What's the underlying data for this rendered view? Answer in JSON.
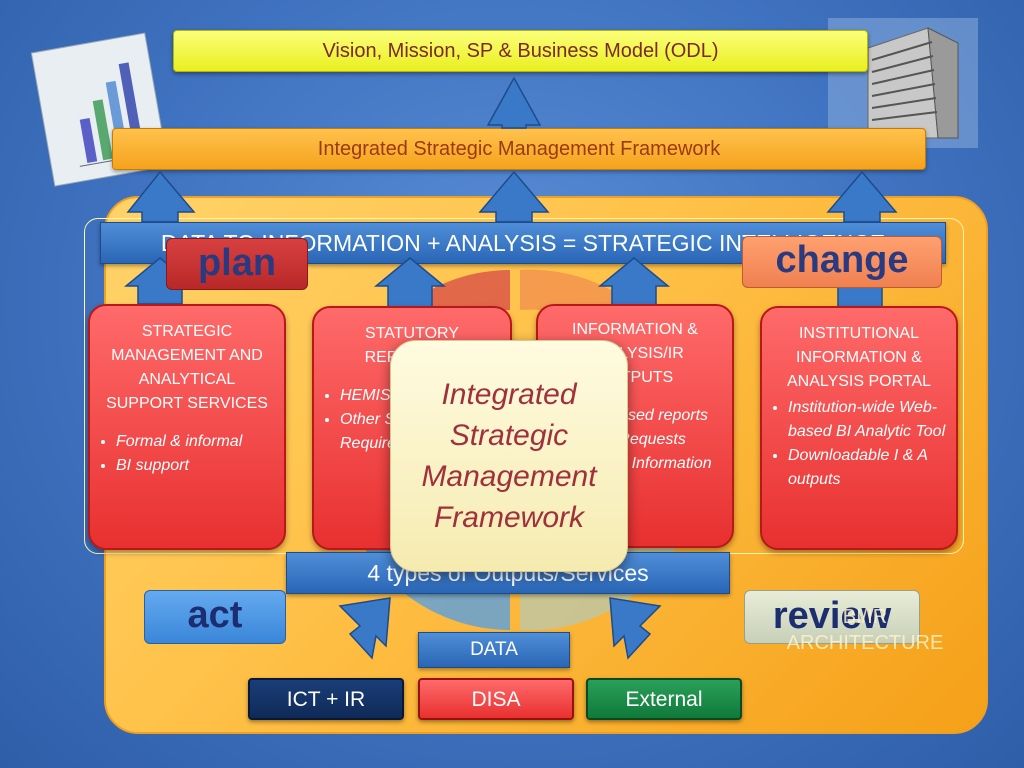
{
  "header": {
    "vision_bar": "Vision, Mission, SP & Business Model (ODL)",
    "ismf_bar": "Integrated Strategic Management Framework"
  },
  "center": {
    "info_bar": "DATA TO INFORMATION + ANALYSIS = STRATEGIC INTELLIGENCE",
    "title": "Integrated Strategic Management Framework"
  },
  "cycle": {
    "plan": "plan",
    "change": "change",
    "act": "act",
    "review": "review"
  },
  "cards": [
    {
      "title": "STRATEGIC MANAGEMENT AND ANALYTICAL SUPPORT SERVICES",
      "bullets": [
        "Formal & informal",
        "BI support"
      ]
    },
    {
      "title": "STATUTORY REPORTING",
      "bullets": [
        "HEMIS",
        "Other Stakeholder Requirements"
      ]
    },
    {
      "title": "INFORMATION & ANALYSIS/IR OUTPUTS",
      "bullets": [
        "Summarised reports",
        "Ad hoc Requests",
        "Strategic Information Forum"
      ]
    },
    {
      "title": "INSTITUTIONAL INFORMATION & ANALYSIS PORTAL",
      "bullets": [
        "Institution-wide Web-based BI Analytic Tool",
        "Downloadable  I & A outputs"
      ]
    }
  ],
  "outputs_bar": "4 types of Outputs/Services",
  "data_label": "DATA",
  "architecture_label": "BI/IR ARCHITECTURE",
  "sources": {
    "ict": "ICT + IR",
    "disa": "DISA",
    "external": "External"
  },
  "colors": {
    "card_red": "#e83030",
    "panel_orange": "#ffc24a",
    "arrow_blue": "#3a78c8"
  }
}
